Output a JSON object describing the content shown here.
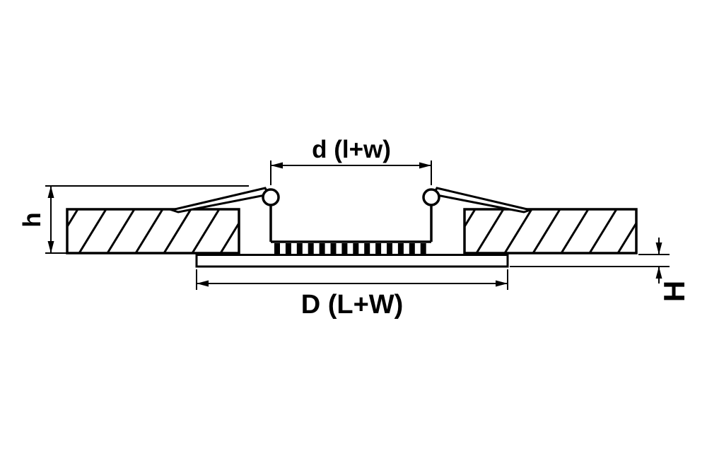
{
  "diagram": {
    "name": "recessed-luminaire-cross-section",
    "background": "#ffffff",
    "line_color": "#000000",
    "labels": {
      "top_dimension": "d (l+w)",
      "bottom_dimension": "D (L+W)",
      "left_dimension": "h",
      "right_dimension": "H"
    }
  }
}
